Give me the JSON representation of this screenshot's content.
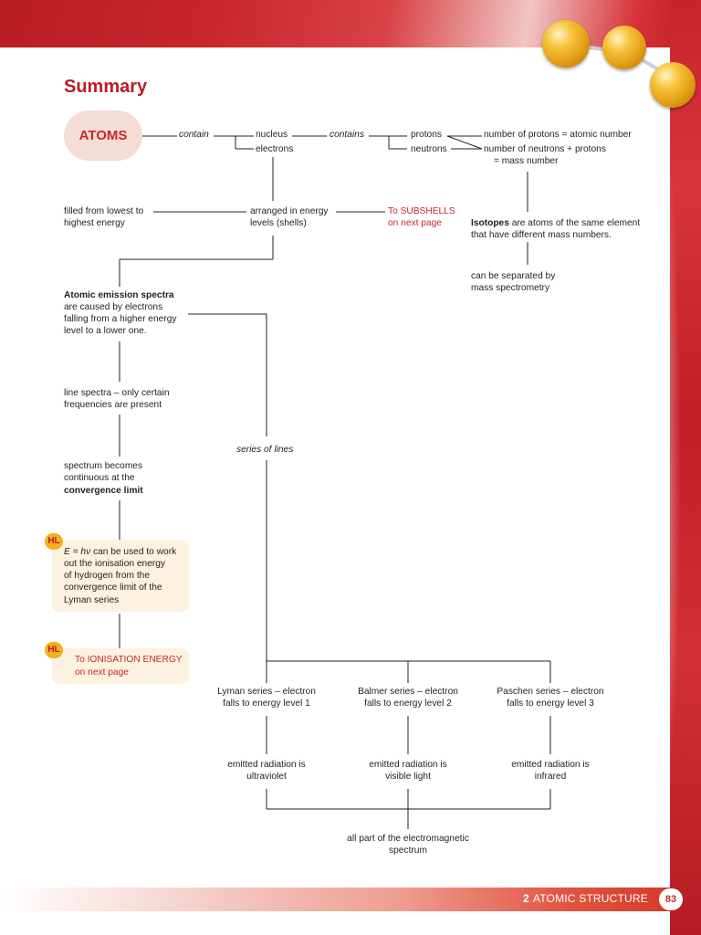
{
  "header": {
    "title": "Summary"
  },
  "footer": {
    "chapter_number": "2",
    "chapter_title": "ATOMIC STRUCTURE",
    "page_number": "83"
  },
  "map": {
    "atoms": "ATOMS",
    "contain": "contain",
    "nucleus": "nucleus",
    "electrons": "electrons",
    "contains": "contains",
    "protons": "protons",
    "neutrons": "neutrons",
    "protons_rule": "number of protons = atomic number",
    "mass_rule_1": "number of neutrons + protons",
    "mass_rule_2": "= mass number",
    "filled_1": "filled from lowest to",
    "filled_2": "highest energy",
    "arranged_1": "arranged in energy",
    "arranged_2": "levels (shells)",
    "subshells_1": "To SUBSHELLS",
    "subshells_2": "on next page",
    "isotopes_bold": "Isotopes",
    "isotopes_rest": " are atoms of the same element",
    "isotopes_2": "that have different mass numbers.",
    "separated_1": "can be separated by",
    "separated_2": "mass spectrometry",
    "emission_bold": "Atomic emission spectra",
    "emission_2": "are caused by electrons",
    "emission_3": "falling from a higher energy",
    "emission_4": "level to a lower one.",
    "line_spectra_1": "line spectra – only certain",
    "line_spectra_2": "frequencies are present",
    "series_of_lines": "series of lines",
    "continuous_1": "spectrum becomes",
    "continuous_2": "continuous at the",
    "continuous_bold": "convergence limit",
    "hl_badge": "HL",
    "ehv_formula": "E = hν",
    "ehv_rest": " can be used to work",
    "ehv_2": "out the ionisation energy",
    "ehv_3": "of hydrogen from the",
    "ehv_4": "convergence limit of the",
    "ehv_5": "Lyman series",
    "ionisation_1": "To IONISATION ENERGY",
    "ionisation_2": "on next page",
    "lyman_1": "Lyman series – electron",
    "lyman_2": "falls to energy level 1",
    "balmer_1": "Balmer series – electron",
    "balmer_2": "falls to energy level 2",
    "paschen_1": "Paschen series – electron",
    "paschen_2": "falls to energy level 3",
    "uv_1": "emitted radiation is",
    "uv_2": "ultraviolet",
    "visible_1": "emitted radiation is",
    "visible_2": "visible light",
    "ir_1": "emitted radiation is",
    "ir_2": "infrared",
    "em_1": "all part of the electromagnetic",
    "em_2": "spectrum"
  }
}
